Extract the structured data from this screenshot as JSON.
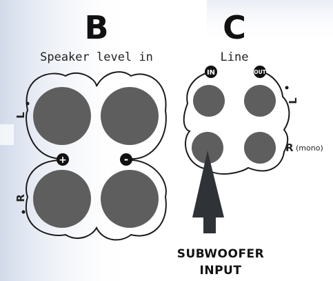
{
  "section_b": {
    "letter": "B",
    "subtitle": "Speaker level in",
    "left_label": "L",
    "right_label": "R",
    "plus_symbol": "+",
    "minus_symbol": "-"
  },
  "section_c": {
    "letter": "C",
    "subtitle": "Line",
    "in_badge": "IN",
    "out_badge": "OUT",
    "left_label": "L",
    "right_label": "R",
    "mono_note": "(mono)"
  },
  "caption": {
    "line1": "SUBWOOFER",
    "line2": "INPUT"
  },
  "colors": {
    "terminal_fill": "#5e5e5e",
    "outline": "#1a1a1a",
    "badge": "#111111",
    "arrow": "#2f3337"
  }
}
